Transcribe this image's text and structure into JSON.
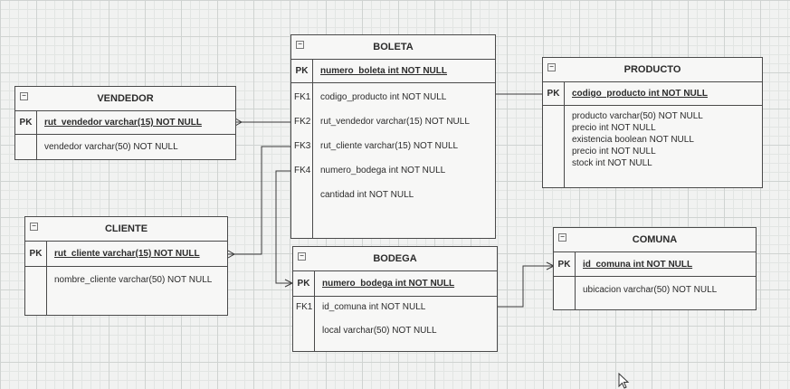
{
  "tables": {
    "boleta": {
      "title": "BOLETA",
      "pk": {
        "key": "PK",
        "text": "numero_boleta int NOT NULL"
      },
      "fields": [
        {
          "key": "FK1",
          "text": "codigo_producto int NOT NULL"
        },
        {
          "key": "FK2",
          "text": "rut_vendedor varchar(15) NOT NULL"
        },
        {
          "key": "FK3",
          "text": "rut_cliente varchar(15) NOT NULL"
        },
        {
          "key": "FK4",
          "text": "numero_bodega int NOT NULL"
        },
        {
          "key": "",
          "text": "cantidad int NOT NULL"
        }
      ]
    },
    "producto": {
      "title": "PRODUCTO",
      "pk": {
        "key": "PK",
        "text": "codigo_producto int NOT NULL"
      },
      "fields": [
        {
          "key": "",
          "text": "producto varchar(50) NOT NULL"
        },
        {
          "key": "",
          "text": "precio int NOT NULL"
        },
        {
          "key": "",
          "text": "existencia boolean NOT NULL"
        },
        {
          "key": "",
          "text": "precio int NOT NULL"
        },
        {
          "key": "",
          "text": "stock int NOT NULL"
        }
      ]
    },
    "vendedor": {
      "title": "VENDEDOR",
      "pk": {
        "key": "PK",
        "text": "rut_vendedor varchar(15) NOT NULL"
      },
      "fields": [
        {
          "key": "",
          "text": "vendedor varchar(50) NOT NULL"
        }
      ]
    },
    "cliente": {
      "title": "CLIENTE",
      "pk": {
        "key": "PK",
        "text": "rut_cliente varchar(15) NOT NULL"
      },
      "fields": [
        {
          "key": "",
          "text": "nombre_cliente varchar(50) NOT NULL"
        }
      ]
    },
    "bodega": {
      "title": "BODEGA",
      "pk": {
        "key": "PK",
        "text": "numero_bodega int NOT NULL"
      },
      "fields": [
        {
          "key": "FK1",
          "text": "id_comuna int NOT NULL"
        },
        {
          "key": "",
          "text": "local varchar(50) NOT NULL"
        }
      ]
    },
    "comuna": {
      "title": "COMUNA",
      "pk": {
        "key": "PK",
        "text": "id_comuna int NOT NULL"
      },
      "fields": [
        {
          "key": "",
          "text": "ubicacion varchar(50) NOT NULL"
        }
      ]
    }
  },
  "colors": {
    "border": "#4a4a4a",
    "grid": "#cfd3d1",
    "background": "#f1f2f1"
  }
}
